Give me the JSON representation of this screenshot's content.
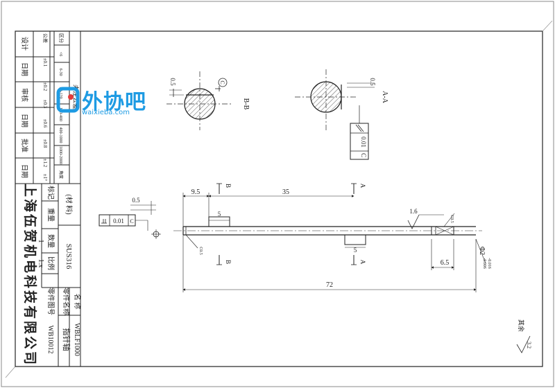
{
  "drawing": {
    "company": "上海伍贺机电科技有限公司",
    "part_name_label": "零件名称",
    "part_name": "指针轴",
    "drawing_no_label": "零件图号",
    "drawing_no": "WB10012",
    "name_label": "名 称",
    "name_value": "WBLF1000",
    "material_label": "(材 料)",
    "material": "SUS316",
    "mark_label": "标记",
    "weight_label": "重量",
    "qty_label": "数量",
    "qty": "1",
    "scale_label": "比例",
    "scale": "1:x",
    "roughness_note": "其余",
    "roughness_value": "3.2"
  },
  "title_block": {
    "col_headers": [
      "设计",
      "日期",
      "审核",
      "日期",
      "批准",
      "日期"
    ],
    "row_headers": [
      "区分",
      "公差"
    ],
    "tolerance_title": "未注公差",
    "tolerances": [
      "±0.1",
      "±0.2",
      "±0.3",
      "±0.6",
      "±0.8",
      "±1.2",
      "±1°"
    ],
    "ranges": [
      "<6",
      "6-30",
      "30-120",
      "120-400",
      "400-1000",
      "1000-2000",
      "角度"
    ]
  },
  "dimensions": {
    "d_9_5": "9.5",
    "d_35": "35",
    "d_5_top": "5",
    "d_5_bot": "5",
    "d_72": "72",
    "d_6_5": "6.5",
    "d_dia2": "Φ2",
    "d_dia2_tol_up": "-0.006",
    "d_dia2_tol_lo": "-0.016",
    "d_0_5_left": "0.5",
    "d_0_5_bb": "0.5",
    "d_0_5_aa": "0.5",
    "chamfer_left": "C0.5",
    "chamfer_right": "C0.5",
    "roughness_1_6": "1.6",
    "section_bb": "B-B",
    "section_aa": "A-A",
    "cut_a": "A",
    "cut_b": "B",
    "datum_c": "C",
    "gtol_flat": "0.01",
    "gtol_flat_ref": "C",
    "gtol_par": "0.01",
    "gtol_par_ref": "C"
  },
  "watermark": {
    "text": "外协吧",
    "url": "waixieba.com"
  }
}
